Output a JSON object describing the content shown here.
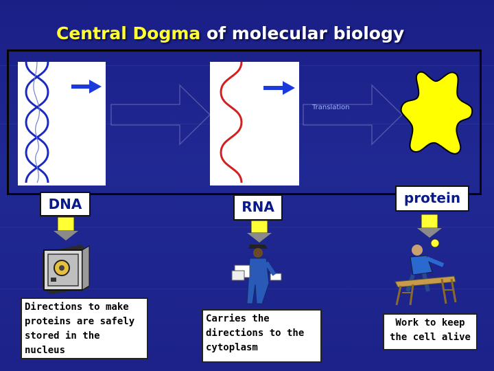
{
  "title": {
    "emphasis": "Central Dogma",
    "rest": " of molecular biology"
  },
  "flow": {
    "translation_label": "Translation"
  },
  "stages": [
    {
      "label": "DNA",
      "description": "Directions to make\nproteins are safely\nstored in the\nnucleus",
      "illustration": "safe-icon"
    },
    {
      "label": "RNA",
      "description": "Carries the\ndirections to the\ncytoplasm",
      "illustration": "courier-icon"
    },
    {
      "label": "protein",
      "description": "Work to keep\nthe cell alive",
      "illustration": "worker-icon"
    }
  ],
  "colors": {
    "title_emphasis": "#ffff33",
    "dna_helix": "#1a2ac0",
    "rna_strand": "#d02020",
    "protein_blob": "#ffff00",
    "stage_label_text": "#0b1a8a",
    "background": "#1e2590"
  }
}
